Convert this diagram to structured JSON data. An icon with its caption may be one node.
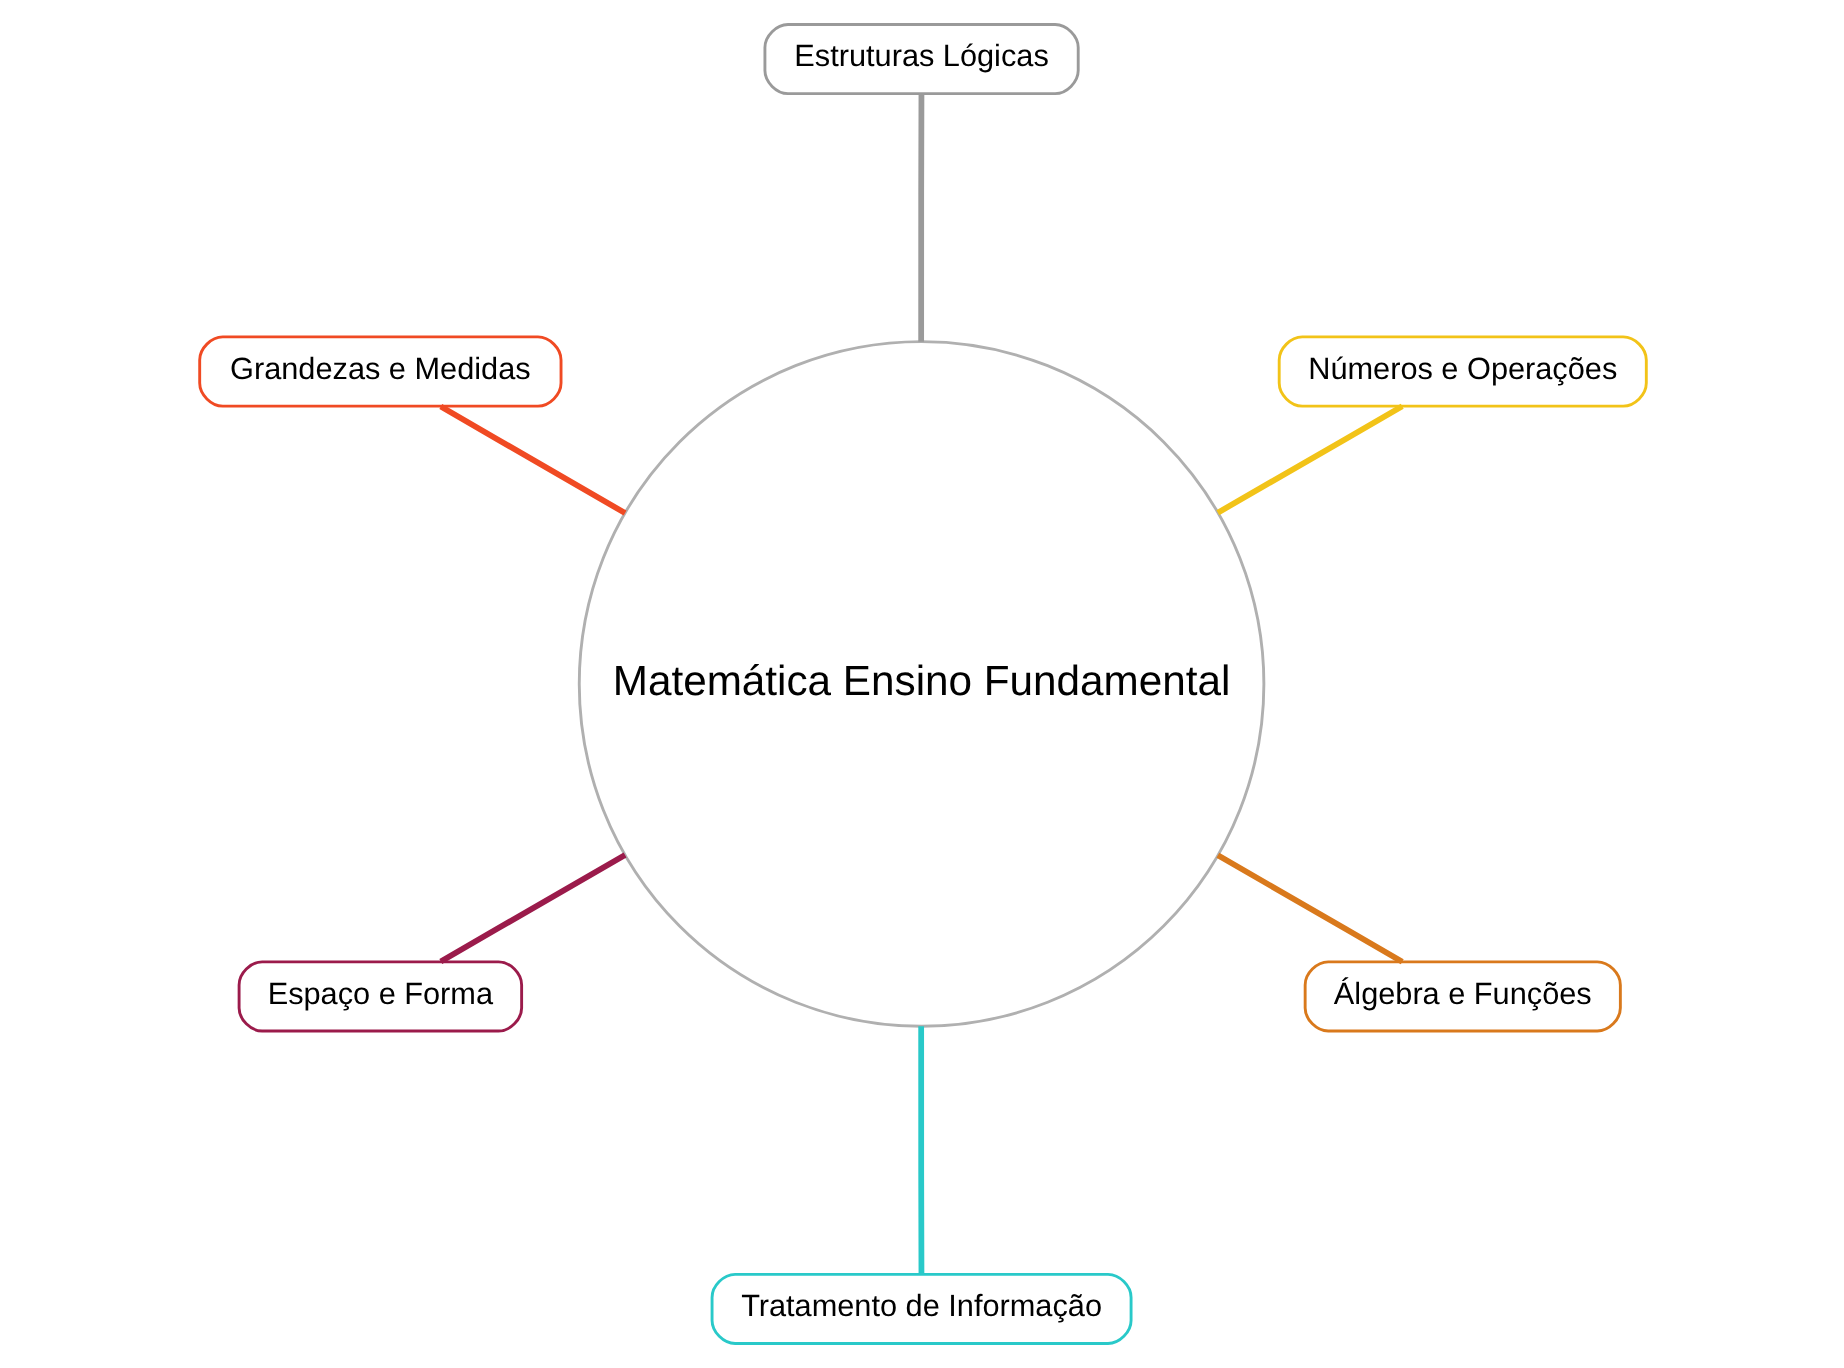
{
  "diagram": {
    "nodes": [
      {
        "text": [
          "Matemática Ensino Fundamental"
        ]
      },
      {
        "text": [
          "Números e Operações"
        ]
      },
      {
        "text": [
          "Estruturas Lógicas"
        ]
      },
      {
        "text": [
          "Grandezas e Medidas"
        ]
      },
      {
        "text": [
          "Espaço e Forma"
        ]
      },
      {
        "text": [
          "Tratamento de Informação"
        ]
      },
      {
        "text": [
          "Álgebra e Funções"
        ]
      }
    ],
    "edges": [
      {
        "from": 0,
        "to": 1,
        "arrow": "none",
        "color": "#f2c318"
      },
      {
        "from": 0,
        "to": 2,
        "arrow": "none",
        "color": "#9a9a9a"
      },
      {
        "from": 0,
        "to": 3,
        "arrow": "none",
        "color": "#f04a23"
      },
      {
        "from": 0,
        "to": 4,
        "arrow": "none",
        "color": "#9b1b4b"
      },
      {
        "from": 0,
        "to": 5,
        "arrow": "none",
        "color": "#29c9c9"
      },
      {
        "from": 0,
        "to": 6,
        "arrow": "none",
        "color": "#d9791c"
      }
    ]
  }
}
